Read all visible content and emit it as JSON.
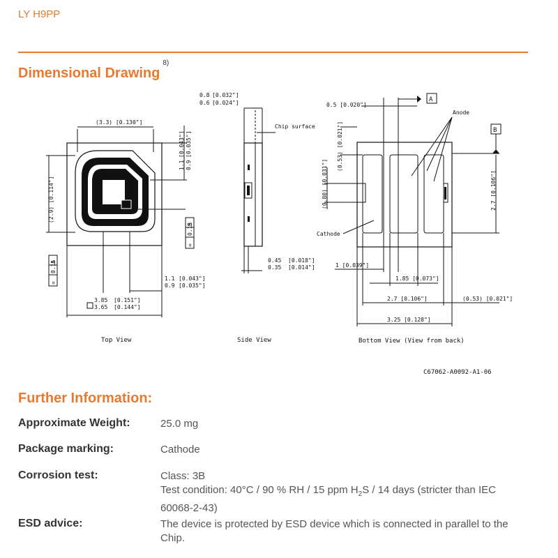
{
  "header": {
    "title": "LY H9PP"
  },
  "section_drawing": {
    "title": "Dimensional Drawing",
    "footnote": "8)"
  },
  "drawing": {
    "top_view": {
      "caption": "Top View",
      "width": "(3.3) [0.130\"]",
      "height": "(2.9) [0.114\"]",
      "right_dim_a": "1.1",
      "right_dim_b": "0.9",
      "right_dim_c": "[0.043\"]",
      "right_dim_d": "[0.035\"]",
      "tol_b_value": "0.15",
      "tol_b_ref": "B",
      "tol_a_value": "0.15",
      "tol_a_ref": "A",
      "bottom_dim_a": "1.1",
      "bottom_dim_b": "0.9",
      "bottom_dim_c": "[0.043\"]",
      "bottom_dim_d": "[0.035\"]",
      "outer_a": "3.85",
      "outer_b": "3.65",
      "outer_c": "[0.151\"]",
      "outer_d": "[0.144\"]"
    },
    "side_view": {
      "caption": "Side View",
      "top_a": "0.8",
      "top_b": "0.6",
      "top_c": "[0.032\"]",
      "top_d": "[0.024\"]",
      "chip_surface": "Chip surface",
      "bot_a": "0.45",
      "bot_b": "0.35",
      "bot_c": "[0.018\"]",
      "bot_d": "[0.014\"]"
    },
    "bottom_view": {
      "caption": "Bottom View (View from back)",
      "top_dim": "0.5 [0.020\"]",
      "datum_a": "A",
      "datum_b": "B",
      "anode": "Anode",
      "cathode": "Cathode",
      "dim_053_v": "(0.53) [0.021\"]",
      "dim_080": "(0.80) [0.031\"]",
      "dim_27_v": "2.7 [0.106\"]",
      "dim_1": "1 [0.039\"]",
      "dim_185": "1.85 [0.073\"]",
      "dim_27_h": "2.7 [0.106\"]",
      "dim_053_h": "(0.53) [0.021\"]",
      "dim_325": "3.25 [0.128\"]"
    },
    "drawing_number": "C67062-A0092-A1-06"
  },
  "section_info": {
    "title": "Further Information:"
  },
  "info": [
    {
      "label": "Approximate Weight:",
      "value": "25.0 mg"
    },
    {
      "label": "Package marking:",
      "value": "Cathode"
    },
    {
      "label": "Corrosion test:",
      "value": "Class: 3B",
      "value2": "Test condition: 40°C / 90 % RH / 15 ppm H2S / 14 days (stricter than IEC 60068-2-43)"
    },
    {
      "label": "ESD advice:",
      "value": "The device is protected by ESD device which is connected in parallel to the Chip."
    }
  ],
  "colors": {
    "accent": "#e8792e",
    "text": "#333333",
    "value_text": "#555555"
  }
}
